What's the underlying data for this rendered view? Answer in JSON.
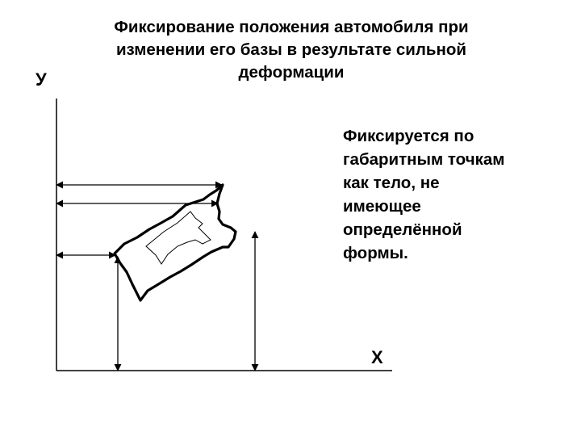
{
  "title": {
    "lines": [
      "Фиксирование положения автомобиля при",
      "изменении его базы в результате сильной",
      "деформации"
    ]
  },
  "axes": {
    "y_label": "У",
    "x_label": "Х"
  },
  "note": {
    "lines": [
      "Фиксируется по",
      "габаритным точкам",
      "как тело, не",
      "имеющее",
      "определённой",
      "формы."
    ]
  },
  "colors": {
    "ink": "#000000",
    "background": "#ffffff"
  }
}
